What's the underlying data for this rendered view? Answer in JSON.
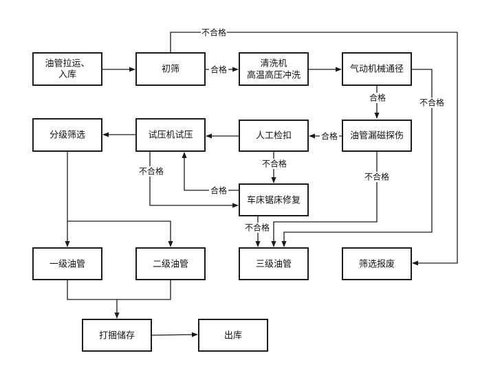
{
  "nodes": {
    "transport": [
      "油管拉运、",
      "入库"
    ],
    "screen": [
      "初筛"
    ],
    "washer": [
      "清洗机",
      "高温高压冲洗"
    ],
    "drift": [
      "气动机械通径"
    ],
    "grading": [
      "分级筛选"
    ],
    "pressure": [
      "试压机试压"
    ],
    "manual": [
      "人工检扣"
    ],
    "leak": [
      "油管漏磁探伤"
    ],
    "lathe": [
      "车床锯床修复"
    ],
    "grade1": [
      "一级油管"
    ],
    "grade2": [
      "二级油管"
    ],
    "grade3": [
      "三级油管"
    ],
    "scrap": [
      "筛选报废"
    ],
    "bundle": [
      "打捆储存"
    ],
    "out": [
      "出库"
    ]
  },
  "labels": {
    "pass": "合格",
    "fail": "不合格"
  }
}
